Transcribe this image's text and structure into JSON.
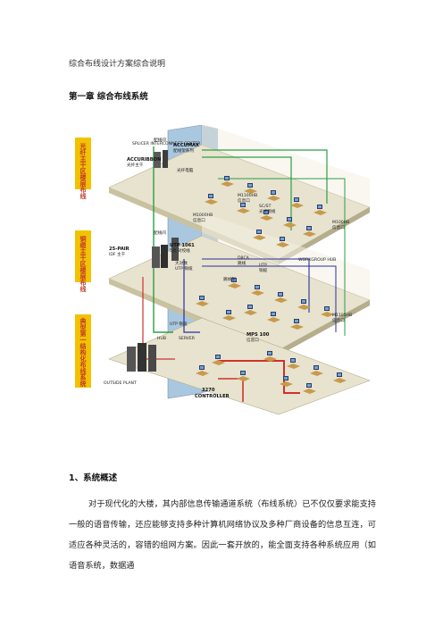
{
  "document": {
    "title": "综合布线设计方案综合说明",
    "chapter_heading": "第一章  综合布线系统",
    "section_heading": "1、系统概述",
    "paragraph": "对于现代化的大楼，其内部信息传输通道系统（布线系统）已不仅仅要求能支持一般的语音传输，还应能够支持多种计算机网络协议及多种厂商设备的信息互连，可适应各种灵活的，容错的组网方案。因此一套开放的，能全面支持各种系统应用（如语音系统，数据通"
  },
  "figure": {
    "side_labels": [
      {
        "text": "光纤主干区楼层布线"
      },
      {
        "text": "铜缆主干区楼层布线"
      },
      {
        "text": "典型第一结构化布线系统"
      }
    ],
    "callouts": {
      "patch_room_top": "配线间",
      "splicer": "SPLICER INTERCONNECT CENTER",
      "accumax": "ACCUMAX",
      "accumax_sub": "配线架系列",
      "accuribbon": "ACCURIBBON",
      "accuribbon_sub": "光纤主干",
      "fiber_pc": "光纤电脑",
      "m1100": "M1100HB",
      "m1100_sub": "信息口",
      "sc_st": "SC/ST",
      "sc_st_sub": "光纤跳线",
      "m1000": "M1000HB",
      "m1000_sub": "信息口",
      "m100_right": "M100HB",
      "m100_right_sub": "信息口",
      "patch_room_mid": "配线间",
      "pair25": "25-PAIR",
      "pair25_sub": "IDF 主干",
      "utp1061": "UTP 1061",
      "utp1061_sub": "5类 对绞线",
      "bigpair": "大对数",
      "bigpair_sub": "UTP 铜缆",
      "d8ca": "D8CA",
      "d8ca_sub": "跳线",
      "utp2": "UTP",
      "utp2_sub": "铜缆",
      "workgroup": "WORKGROUP HUB",
      "jumper": "跳线架",
      "m1105": "M1105HB",
      "m1105_sub": "信息口",
      "utp3": "UTP 铜缆",
      "hub": "HUB",
      "server": "SERVER",
      "mps": "MPS 100",
      "mps_sub": "信息口",
      "outside": "OUTSIDE PLANT",
      "controller_num": "3270",
      "controller": "CONTROLLER"
    }
  },
  "colors": {
    "side_label_bg": "#f2c200",
    "side_label_text": "#c0392b",
    "fiber_line": "#2e9e45",
    "copper_line": "#2b2f9e",
    "red_line": "#d0312d",
    "floor": "#e7e3cf",
    "core": "#a9c7df"
  }
}
